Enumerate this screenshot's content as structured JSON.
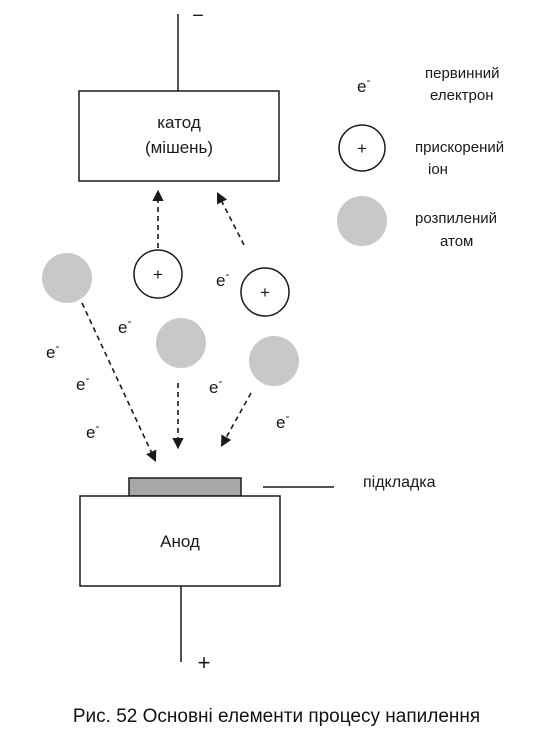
{
  "cathode": {
    "line1": "катод",
    "line2": "(мішень)",
    "terminal": "−"
  },
  "anode": {
    "label": "Анод",
    "terminal": "+"
  },
  "substrate": {
    "label": "підкладка"
  },
  "legend": {
    "electron_symbol": "e",
    "electron_sup": "-",
    "electron_line1": "первинний",
    "electron_line2": "електрон",
    "ion_symbol": "+",
    "ion_line1": "прискорений",
    "ion_line2": "іон",
    "atom_line1": "розпилений",
    "atom_line2": "атом"
  },
  "particles": {
    "electron": "e",
    "electron_sup": "-",
    "ion": "+"
  },
  "colors": {
    "atom": "#c8c8c8",
    "substrate": "#a8a8a8",
    "line": "#1a1a1a"
  },
  "caption": "Рис. 52 Основні елементи процесу напилення"
}
